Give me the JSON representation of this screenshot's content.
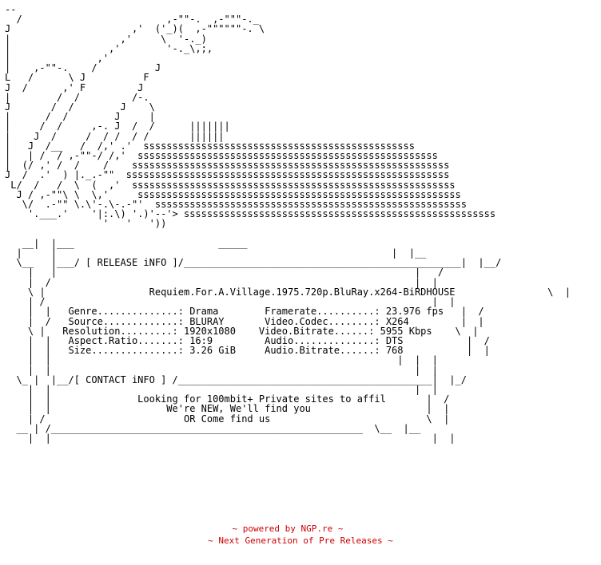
{
  "nfo_text": "--\n  /                         ,-\"\"-.  ,-\"\"\"-._\nJ                     ,'  ('_)(  ,-\"\"\"\"\"\"-. \\\n|                   ,'     \\  '-._)\n|                 ,'        '-._\\,;,\n|               ,'\n|    ,-\"\"-.    /          J\nL   /      \\ J          F\nJ  /      ,' F         J\n|        /  /         /-.\nJ       /  /        J    \\\n|      /  /        J     |\n|     /  /     ,-. J  /  /      |||||||\n|    J  /     /  / /  / /       ||||||\n|   J  /__   /  /,' .'  sssssssssssssssssssssssssssssssssssssssssssssss\n|   | /  / ,-\"\"-/ /,'  ssssssssssssssssssssssssssssssssssssssssssssssssssss\n|  (/ ,' /  /    /    sssssssssssssssssssssssssssssssssssssssssssssssssssssss\nJ  /  .'  ) |._.-\"\"  ssssssssssssssssssssssssssssssssssssssssssssssssssssssss\n L/  /   /  \\  (  ,'  ssssssssssssssssssssssssssssssssssssssssssssssssssssssss\n  J / ,-\"\"\\ \\  \\,'     ssssssssssssssssssssssssssssssssssssssssssssssssssssssss\n   \\/  .-\"\" \\.\\'-.\\-.-\"'  ssssssssssssssssssssssssssssssssssssssssssssssssssssss\n    '.___.'    '|:.\\) '.)'--'> ssssssssssssssssssssssssssssssssssssssssssssssssssssss\n                 '   '   '))\n\n   __|  |___                         _____\n  |     |                                                          |  |__\n  \\__   |___/ [ RELEASE iNFO ]/________________________________________________|  |__/\n    |   |                                                              |   /\n    |  /                                                               |  |\n    \\ |                  Requiem.For.A.Village.1975.720p.BluRay.x264-BiRDHOUSE                \\  |\n    | /                                                                   |  |\n    |  |   Genre..............: Drama        Framerate..........: 23.976 fps   |  /\n    |  /   Source.............: BLURAY       Video.Codec........: X264         |  |\n    \\ |   Resolution.........: 1920x1080    Video.Bitrate......: 5955 Kbps    \\  |\n    |  |   Aspect.Ratio.......: 16:9         Audio..............: DTS           |  /\n    |  |   Size...............: 3.26 GiB     Audio.Bitrate......: 768           |  |\n    |  |                                                            |  |  |\n    |  |                                                               |  |\n  \\_ |  |__/[ CONTACT iNFO ] /____________________________________________|  |_/\n    |  |                                                               |  |\n    |  |               Looking for 100mbit+ Private sites to affil       |  /\n    |  |                    We're NEW, We'll find you                    |  |\n    | /                        OR Come find us                           \\  |\n  __ | /______________________________________________________  \\__  |__\n    |  |                                                                  |  |",
  "footer": {
    "line1": "~ powered by NGP.re ~",
    "line2": "~ Next Generation of Pre Releases ~"
  }
}
